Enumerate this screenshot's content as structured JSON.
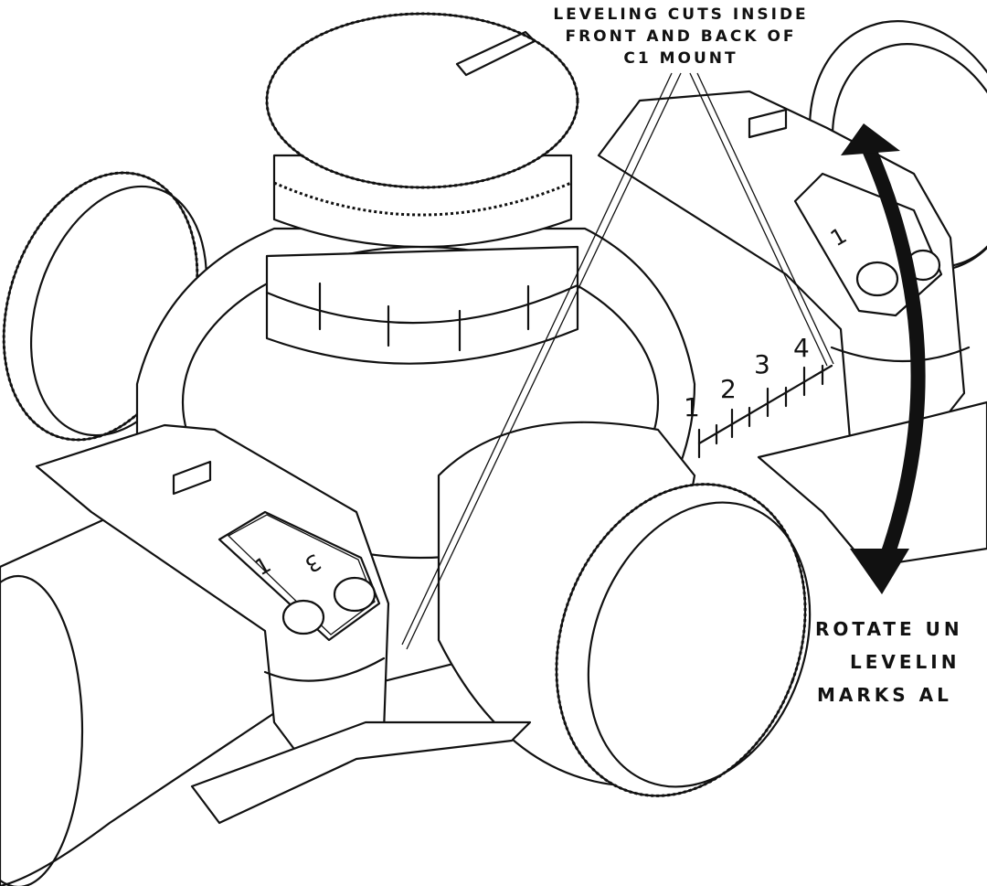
{
  "annotations": {
    "leveling_cuts": {
      "lines": [
        "LEVELING CUTS INSIDE",
        "FRONT AND BACK OF",
        "C1 MOUNT"
      ]
    },
    "rotate": {
      "lines": [
        "ROTATE UN",
        "LEVELIN",
        "MARKS AL"
      ]
    }
  },
  "scale_marks": [
    "1",
    "2",
    "3",
    "4"
  ],
  "front_ring_marks": [
    "3",
    "1"
  ],
  "rear_ring_marks": [
    "1"
  ],
  "colors": {
    "line": "#111111",
    "background": "#ffffff"
  }
}
